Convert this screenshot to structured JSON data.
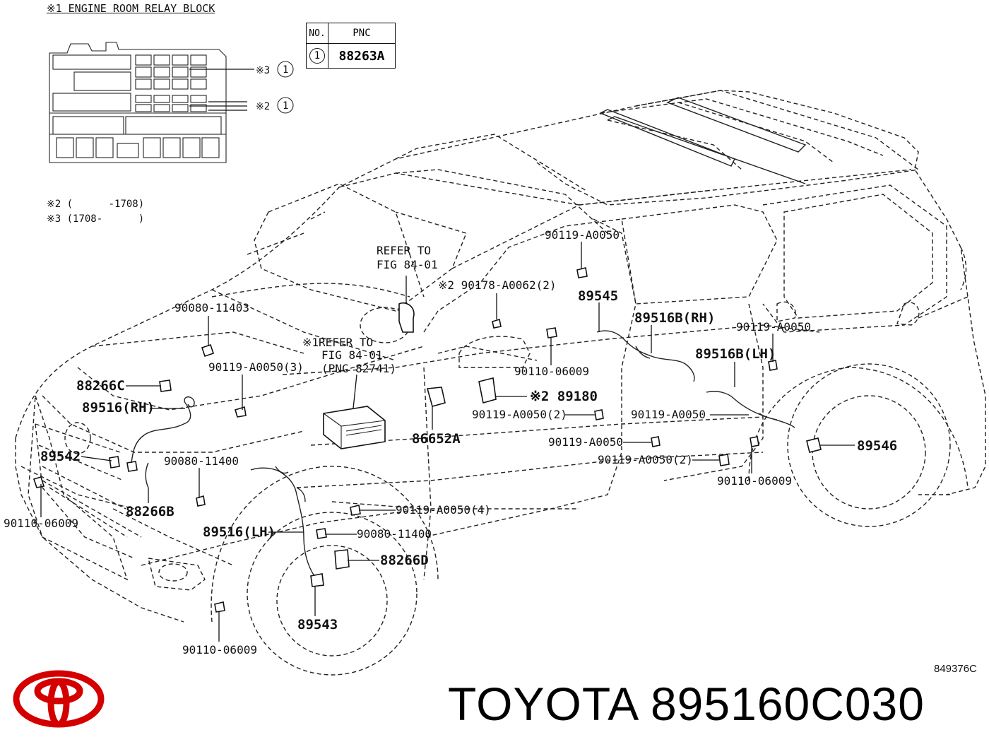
{
  "relay_block": {
    "title": "※1 ENGINE ROOM RELAY BLOCK",
    "marker_3": "※3",
    "marker_2": "※2",
    "callout_num": "1"
  },
  "pnc_table": {
    "header_no": "NO.",
    "header_pnc": "PNC",
    "row_no": "1",
    "row_pnc": "88263A"
  },
  "notes": [
    "※2 (      -1708)",
    "※3 (1708-      )"
  ],
  "callouts": {
    "refer_fig_84_01_a": [
      "REFER TO",
      "FIG 84-01"
    ],
    "refer_fig_84_01_b": [
      "※1REFER TO",
      "FIG 84-01",
      "(PNC 82741)"
    ],
    "p90080_11403": "90080-11403",
    "p90119_A0050_3": "90119-A0050(3)",
    "p88266C": "88266C",
    "p89516_RH": "89516(RH)",
    "p89542": "89542",
    "p90080_11400_a": "90080-11400",
    "p88266B": "88266B",
    "p90110_06009_a": "90110-06009",
    "p89516_LH": "89516(LH)",
    "p90119_A0050_4": "90119-A0050(4)",
    "p90080_11400_b": "90080-11400",
    "p88266D": "88266D",
    "p89543": "89543",
    "p90110_06009_b": "90110-06009",
    "p86652A": "86652A",
    "p90178_A0062": "※2 90178-A0062(2)",
    "p89180": "※2 89180",
    "p90119_A0050_2a": "90119-A0050(2)",
    "p90119_A0050_top": "90119-A0050",
    "p89545": "89545",
    "p89516B_RH": "89516B(RH)",
    "p90119_A0050_right": "90119-A0050",
    "p89516B_LH": "89516B(LH)",
    "p90110_06009_c": "90110-06009",
    "p90119_A0050_mid": "90119-A0050",
    "p90119_A0050_low": "90119-A0050",
    "p89546": "89546",
    "p90119_A0050_2b": "90119-A0050(2)",
    "p90110_06009_d": "90110-06009"
  },
  "doc_id": "849376C",
  "brand": {
    "name": "TOYOTA 895160C030",
    "logo_color": "#d40000"
  }
}
